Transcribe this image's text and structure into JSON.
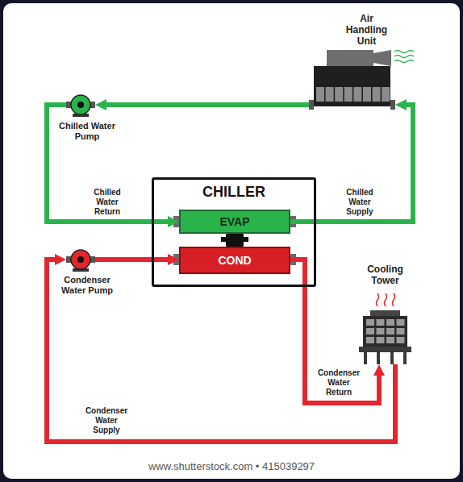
{
  "diagram": {
    "nodes": [
      {
        "text": [
          "Air Handling Unit"
        ]
      },
      {
        "text": [
          "Chilled Water Pump"
        ]
      },
      {
        "text": [
          "CHILLER"
        ]
      },
      {
        "text": [
          "EVAP"
        ],
        "in": 2
      },
      {
        "text": [
          "COND"
        ],
        "in": 2
      },
      {
        "text": [
          "Condenser Water Pump"
        ]
      },
      {
        "text": [
          "Cooling Tower"
        ]
      }
    ],
    "edges": [
      {
        "from": 0,
        "to": 1,
        "arrow": "to"
      },
      {
        "from": 1,
        "to": 3,
        "label": "Chilled Water Return",
        "arrow": "to"
      },
      {
        "from": 3,
        "to": 0,
        "label": "Chilled Water Supply",
        "arrow": "to"
      },
      {
        "from": 5,
        "to": 4,
        "arrow": "to"
      },
      {
        "from": 4,
        "to": 6,
        "label": "Condenser Water Return",
        "arrow": "to"
      },
      {
        "from": 6,
        "to": 5,
        "label": "Condenser Water Supply",
        "arrow": "to"
      }
    ],
    "labels": [
      "www.shutterstock.com • 415039297"
    ]
  }
}
